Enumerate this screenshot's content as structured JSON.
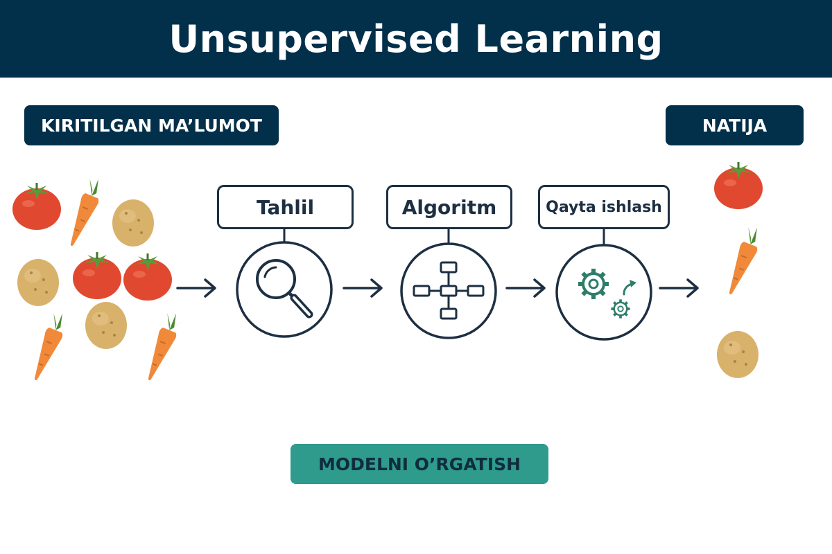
{
  "header": {
    "title": "Unsupervised Learning"
  },
  "input": {
    "label": "KIRITILGAN MA’LUMOT"
  },
  "output": {
    "label": "NATIJA"
  },
  "steps": [
    {
      "label": "Tahlil",
      "icon": "magnifier-icon"
    },
    {
      "label": "Algoritm",
      "icon": "flowchart-icon"
    },
    {
      "label": "Qayta ishlash",
      "icon": "gears-icon"
    }
  ],
  "training": {
    "label": "MODELNI O’RGATISH"
  },
  "colors": {
    "navy": "#022f4a",
    "outline": "#1d2f42",
    "teal": "#2e9b8c",
    "gear_green": "#2e7d6b",
    "tomato": "#e0492f",
    "carrot": "#f0893a",
    "potato": "#d8b16b",
    "leaf": "#5a9a3a"
  }
}
